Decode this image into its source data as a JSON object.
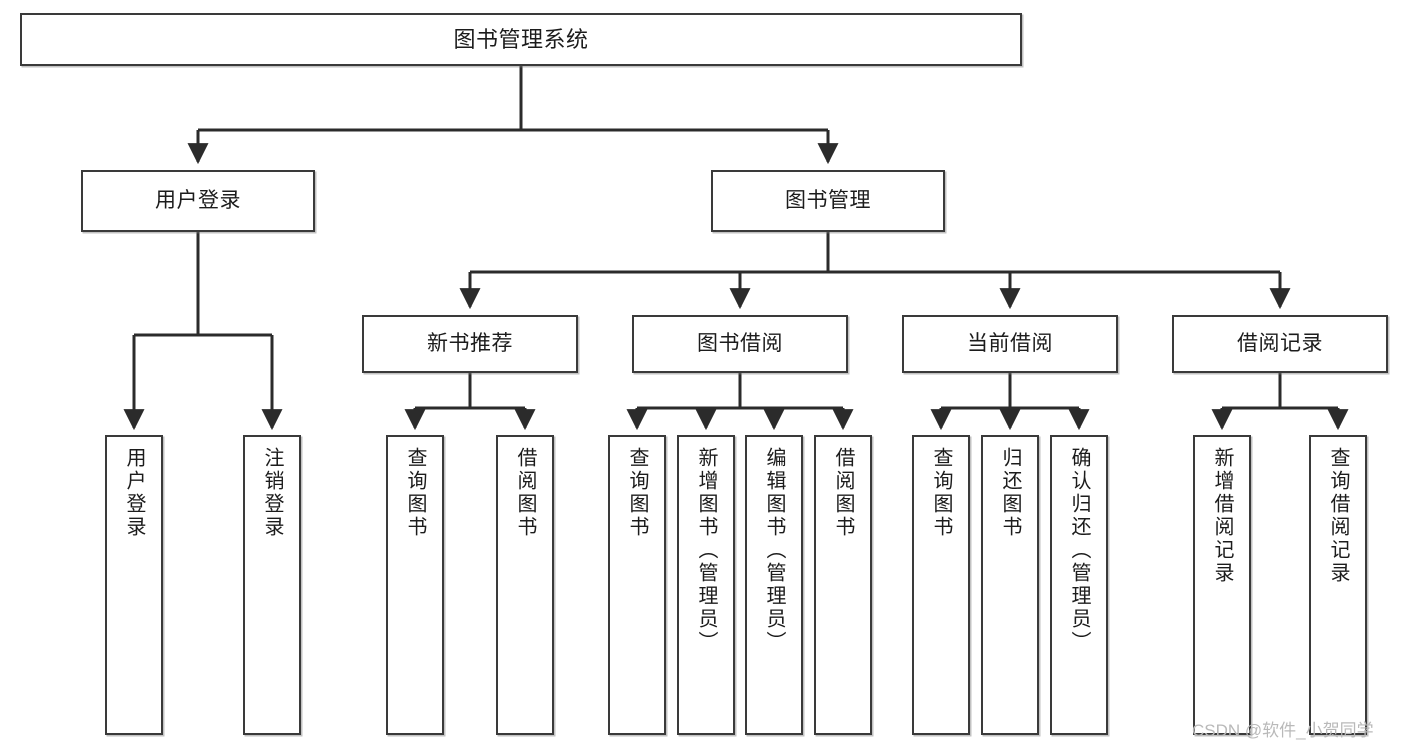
{
  "diagram": {
    "type": "tree-hierarchy",
    "title": "图书管理系统",
    "watermark": "CSDN @软件_小贺同学",
    "colors": {
      "box_border": "#3a3a3a",
      "box_fill": "#ffffff",
      "edge": "#2b2b2b",
      "text": "#1c1c1c",
      "watermark": "#b9b9b9"
    },
    "nodes": {
      "root": {
        "label": "图书管理系统",
        "level": 1
      },
      "n_user_login": {
        "label": "用户登录",
        "level": 2
      },
      "n_book_mgmt": {
        "label": "图书管理",
        "level": 2
      },
      "n_new_book_rec": {
        "label": "新书推荐",
        "level": 3
      },
      "n_book_borrow": {
        "label": "图书借阅",
        "level": 3
      },
      "n_current_borrow": {
        "label": "当前借阅",
        "level": 3
      },
      "n_borrow_record": {
        "label": "借阅记录",
        "level": 3
      },
      "l_user_login": {
        "label": "用户登录",
        "level": 4
      },
      "l_logout": {
        "label": "注销登录",
        "level": 4
      },
      "l_query_book_a": {
        "label": "查询图书",
        "level": 4
      },
      "l_borrow_book_a": {
        "label": "借阅图书",
        "level": 4
      },
      "l_query_book_b": {
        "label": "查询图书",
        "level": 4
      },
      "l_add_book": {
        "label": "新增图书（管理员）",
        "level": 4
      },
      "l_edit_book": {
        "label": "编辑图书（管理员）",
        "level": 4
      },
      "l_borrow_book_b": {
        "label": "借阅图书",
        "level": 4
      },
      "l_query_book_c": {
        "label": "查询图书",
        "level": 4
      },
      "l_return_book": {
        "label": "归还图书",
        "level": 4
      },
      "l_confirm_return": {
        "label": "确认归还（管理员）",
        "level": 4
      },
      "l_add_record": {
        "label": "新增借阅记录",
        "level": 4
      },
      "l_query_record": {
        "label": "查询借阅记录",
        "level": 4
      }
    },
    "edges": [
      {
        "from": "root",
        "to": "n_user_login"
      },
      {
        "from": "root",
        "to": "n_book_mgmt"
      },
      {
        "from": "n_book_mgmt",
        "to": "n_new_book_rec"
      },
      {
        "from": "n_book_mgmt",
        "to": "n_book_borrow"
      },
      {
        "from": "n_book_mgmt",
        "to": "n_current_borrow"
      },
      {
        "from": "n_book_mgmt",
        "to": "n_borrow_record"
      },
      {
        "from": "n_user_login",
        "to": "l_user_login"
      },
      {
        "from": "n_user_login",
        "to": "l_logout"
      },
      {
        "from": "n_new_book_rec",
        "to": "l_query_book_a"
      },
      {
        "from": "n_new_book_rec",
        "to": "l_borrow_book_a"
      },
      {
        "from": "n_book_borrow",
        "to": "l_query_book_b"
      },
      {
        "from": "n_book_borrow",
        "to": "l_add_book"
      },
      {
        "from": "n_book_borrow",
        "to": "l_edit_book"
      },
      {
        "from": "n_book_borrow",
        "to": "l_borrow_book_b"
      },
      {
        "from": "n_current_borrow",
        "to": "l_query_book_c"
      },
      {
        "from": "n_current_borrow",
        "to": "l_return_book"
      },
      {
        "from": "n_current_borrow",
        "to": "l_confirm_return"
      },
      {
        "from": "n_borrow_record",
        "to": "l_add_record"
      },
      {
        "from": "n_borrow_record",
        "to": "l_query_record"
      }
    ]
  }
}
